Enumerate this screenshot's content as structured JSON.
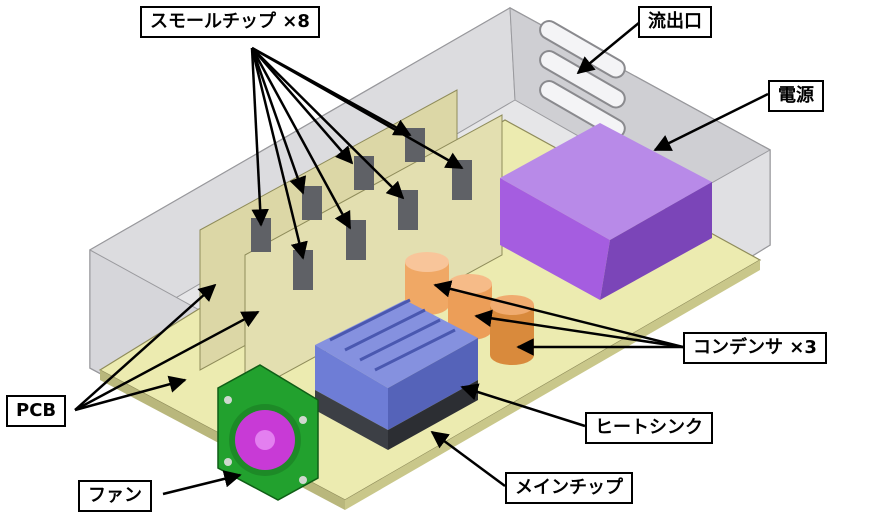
{
  "labels": {
    "small_chips": "スモールチップ ×8",
    "outlet": "流出口",
    "power_supply": "電源",
    "capacitors": "コンデンサ ×3",
    "pcb": "PCB",
    "heat_sink": "ヒートシンク",
    "fan": "ファン",
    "main_chip": "メインチップ"
  },
  "colors": {
    "enclosure": "#d9d9dc",
    "pcb": "#ecebb0",
    "board_card": "#dcd7a6",
    "chip": "#5f6166",
    "power_supply": "#a55de0",
    "capacitor": "#f0a865",
    "heat_sink": "#6e7dd6",
    "heat_sink_base": "#3c3f45",
    "fan_frame": "#22a12e",
    "fan_impeller": "#c83ad6",
    "leader_line": "#000000"
  }
}
